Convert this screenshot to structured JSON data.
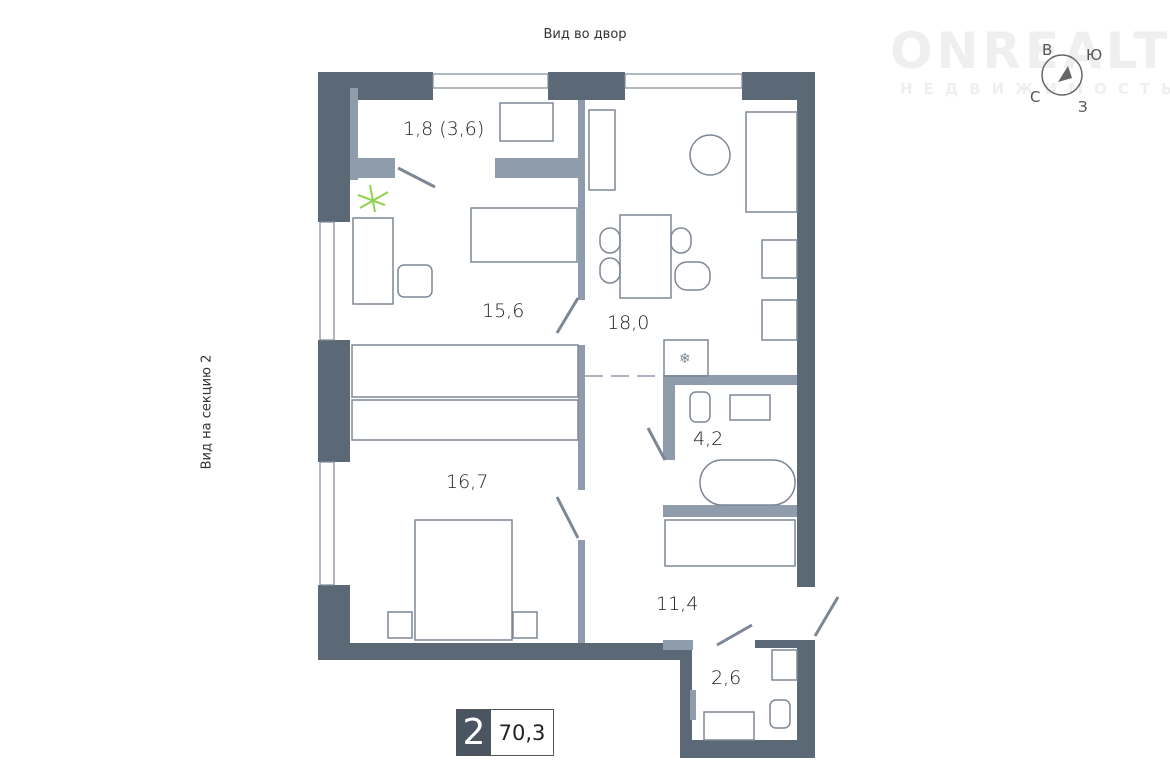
{
  "captions": {
    "top": "Вид во двор",
    "side": "Вид на секцию 2"
  },
  "logo": {
    "name": "ONREALT",
    "tagline": "НЕДВИЖИМОСТЬ"
  },
  "compass": {
    "north": "С",
    "east": "В",
    "south": "Ю",
    "west": "З"
  },
  "rooms": [
    {
      "id": "balcony",
      "area": "1,8 (3,6)"
    },
    {
      "id": "bedroom-1",
      "area": "15,6"
    },
    {
      "id": "living-kitchen",
      "area": "18,0"
    },
    {
      "id": "bathroom",
      "area": "4,2"
    },
    {
      "id": "bedroom-2",
      "area": "16,7"
    },
    {
      "id": "hall",
      "area": "11,4"
    },
    {
      "id": "wc",
      "area": "2,6"
    }
  ],
  "summary": {
    "room_count": "2",
    "total_area": "70,3"
  },
  "colors": {
    "wall": "#5b6977",
    "partition": "#8f9cab",
    "plant": "#8fd14f"
  }
}
